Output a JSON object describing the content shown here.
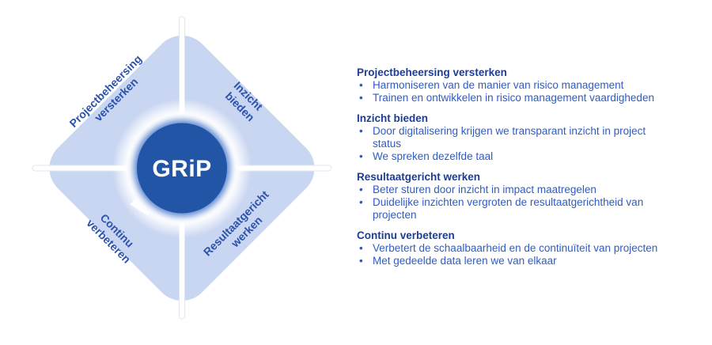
{
  "diagram": {
    "center_label": "GRiP",
    "quadrants": [
      {
        "id": "projectbeheersing-versterken",
        "line1": "Projectbeheersing",
        "line2": "versterken"
      },
      {
        "id": "inzicht-bieden",
        "line1": "Inzicht",
        "line2": "bieden"
      },
      {
        "id": "continu-verbeteren",
        "line1": "Continu",
        "line2": "verbeteren"
      },
      {
        "id": "resultaatgericht-werken",
        "line1": "Resultaatgericht",
        "line2": "werken"
      }
    ],
    "colors": {
      "quadrant_fill": "#c9d6f2",
      "center_circle": "#2355a7",
      "quadrant_label_text": "#2b51ae",
      "center_label_text": "#ffffff"
    }
  },
  "bullet_char": "•",
  "sections": [
    {
      "title": "Projectbeheersing versterken",
      "bullets": [
        "Harmoniseren van de manier van risico management",
        "Trainen en ontwikkelen in risico management vaardigheden"
      ]
    },
    {
      "title": "Inzicht bieden",
      "bullets": [
        "Door digitalisering krijgen we transparant inzicht in project status",
        "We spreken dezelfde taal"
      ]
    },
    {
      "title": "Resultaatgericht werken",
      "bullets": [
        "Beter sturen door inzicht in impact maatregelen",
        "Duidelijke inzichten vergroten de resultaatgerichtheid van projecten"
      ]
    },
    {
      "title": "Continu verbeteren",
      "bullets": [
        "Verbetert de schaalbaarheid en de continuïteit van projecten",
        "Met gedeelde data leren we van elkaar"
      ]
    }
  ],
  "text_colors": {
    "heading": "#1d3c96",
    "bullet": "#2e5cc5"
  }
}
